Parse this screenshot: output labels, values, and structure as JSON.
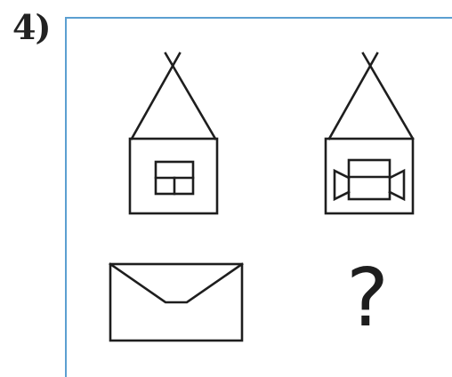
{
  "problem": {
    "number_label": "4)",
    "question_mark": "?"
  },
  "figures": [
    "house-small-window",
    "house-wide-window",
    "envelope",
    "unknown"
  ],
  "colors": {
    "frame_line": "#5b9fd1",
    "ink": "#1e1e1e"
  }
}
